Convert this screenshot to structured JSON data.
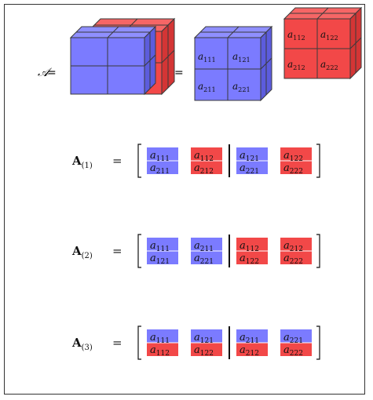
{
  "colors": {
    "blue": "#7b7bff",
    "red": "#f24848",
    "edge": "#3a3a3a",
    "blue_side": "#5c5cdd",
    "blue_top": "#8f8fff",
    "red_side": "#d43535",
    "red_top": "#f66666"
  },
  "header": {
    "tensor_symbol": "𝒜",
    "equals": "=",
    "front_cube": [
      {
        "row1": "a",
        "s1": "111",
        "row2": "a",
        "s2": "121"
      },
      {
        "row1": "a",
        "s1": "211",
        "row2": "a",
        "s2": "221"
      }
    ],
    "back_cube": [
      {
        "row1": "a",
        "s1": "112",
        "row2": "a",
        "s2": "122"
      },
      {
        "row1": "a",
        "s1": "212",
        "row2": "a",
        "s2": "222"
      }
    ]
  },
  "unfoldings": [
    {
      "symbol": "A",
      "mode": "(1)",
      "equals": "=",
      "blocks": [
        {
          "color": "blue",
          "top": "111",
          "bottom": "211"
        },
        {
          "color": "red",
          "top": "112",
          "bottom": "212"
        },
        {
          "color": "blue",
          "top": "121",
          "bottom": "221"
        },
        {
          "color": "red",
          "top": "122",
          "bottom": "222"
        }
      ]
    },
    {
      "symbol": "A",
      "mode": "(2)",
      "equals": "=",
      "blocks": [
        {
          "color": "blue",
          "top": "111",
          "bottom": "121"
        },
        {
          "color": "blue",
          "top": "211",
          "bottom": "221"
        },
        {
          "color": "red",
          "top": "112",
          "bottom": "122"
        },
        {
          "color": "red",
          "top": "212",
          "bottom": "222"
        }
      ]
    },
    {
      "symbol": "A",
      "mode": "(3)",
      "equals": "=",
      "blocks": [
        {
          "color": "blue-red",
          "top": "111",
          "bottom": "112"
        },
        {
          "color": "blue-red",
          "top": "121",
          "bottom": "122"
        },
        {
          "color": "blue-red",
          "top": "211",
          "bottom": "212"
        },
        {
          "color": "blue-red",
          "top": "221",
          "bottom": "222"
        }
      ]
    }
  ]
}
